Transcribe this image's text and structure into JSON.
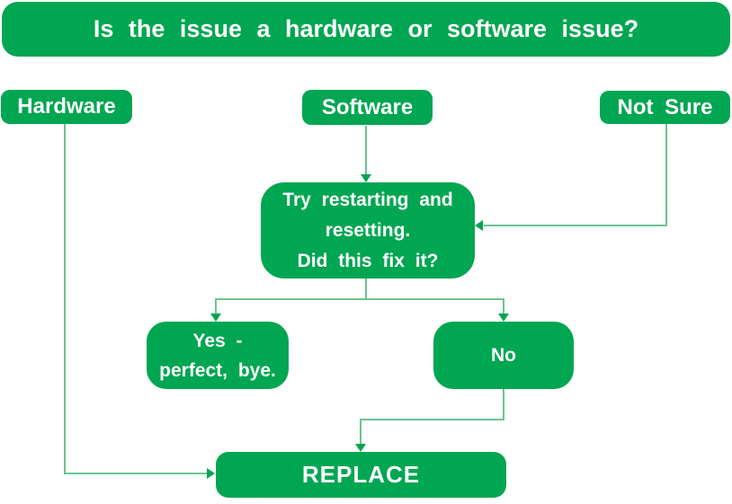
{
  "banner": {
    "label": "Is the issue a hardware or software issue?"
  },
  "nodes": {
    "hardware": {
      "label": "Hardware"
    },
    "software": {
      "label": "Software"
    },
    "not_sure": {
      "label": "Not Sure"
    },
    "try_restart": {
      "label": "Try restarting and\nresetting.\nDid this fix it?"
    },
    "yes": {
      "label": "Yes -\nperfect, bye."
    },
    "no": {
      "label": "No"
    },
    "replace": {
      "label": "REPLACE"
    }
  },
  "edges": [
    {
      "from": "software",
      "to": "try_restart"
    },
    {
      "from": "not_sure",
      "to": "try_restart"
    },
    {
      "from": "try_restart",
      "to": "yes"
    },
    {
      "from": "try_restart",
      "to": "no"
    },
    {
      "from": "no",
      "to": "replace"
    },
    {
      "from": "hardware",
      "to": "replace"
    }
  ],
  "colors": {
    "box_green": "#00a651",
    "line_green": "#6cc391",
    "text_white": "#ffffff",
    "background": "#ffffff"
  }
}
